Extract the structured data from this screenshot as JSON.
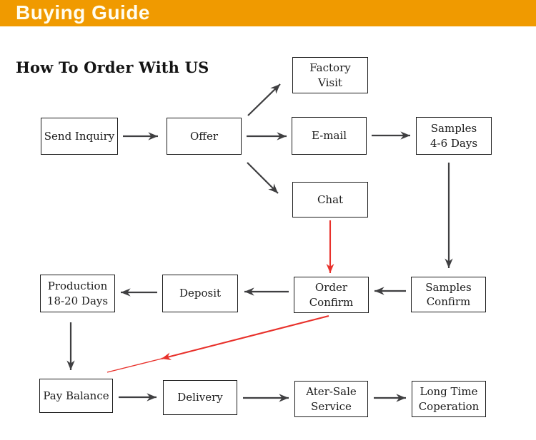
{
  "header": {
    "title": "Buying Guide",
    "background_color": "#F09A00",
    "text_color": "#FFFDF0"
  },
  "flow": {
    "heading": "How To Order With US",
    "boxes": [
      {
        "id": "send-inquiry",
        "label": "Send Inquiry"
      },
      {
        "id": "offer",
        "label": "Offer"
      },
      {
        "id": "factory-visit",
        "label": "Factory\nVisit"
      },
      {
        "id": "email",
        "label": "E-mail"
      },
      {
        "id": "samples-4-6-days",
        "label": "Samples\n4-6 Days"
      },
      {
        "id": "chat",
        "label": "Chat"
      },
      {
        "id": "production",
        "label": "Production\n18-20 Days"
      },
      {
        "id": "deposit",
        "label": "Deposit"
      },
      {
        "id": "order-confirm",
        "label": "Order\nConfirm"
      },
      {
        "id": "samples-confirm",
        "label": "Samples\nConfirm"
      },
      {
        "id": "pay-balance",
        "label": "Pay Balance"
      },
      {
        "id": "delivery",
        "label": "Delivery"
      },
      {
        "id": "after-sale",
        "label": "Ater-Sale\nService"
      },
      {
        "id": "long-time",
        "label": "Long Time\nCoperation"
      }
    ],
    "connections": [
      {
        "from": "send-inquiry",
        "to": "offer",
        "color": "normal"
      },
      {
        "from": "offer",
        "to": "factory-visit",
        "color": "normal"
      },
      {
        "from": "offer",
        "to": "email",
        "color": "normal"
      },
      {
        "from": "offer",
        "to": "chat",
        "color": "normal"
      },
      {
        "from": "email",
        "to": "samples-4-6-days",
        "color": "normal"
      },
      {
        "from": "samples-4-6-days",
        "to": "samples-confirm",
        "color": "normal"
      },
      {
        "from": "chat",
        "to": "order-confirm",
        "color": "highlight"
      },
      {
        "from": "samples-confirm",
        "to": "order-confirm",
        "color": "normal"
      },
      {
        "from": "order-confirm",
        "to": "deposit",
        "color": "normal"
      },
      {
        "from": "deposit",
        "to": "production",
        "color": "normal"
      },
      {
        "from": "production",
        "to": "pay-balance",
        "color": "normal"
      },
      {
        "from": "order-confirm",
        "to": "pay-balance",
        "color": "highlight"
      },
      {
        "from": "pay-balance",
        "to": "delivery",
        "color": "normal"
      },
      {
        "from": "delivery",
        "to": "after-sale",
        "color": "normal"
      },
      {
        "from": "after-sale",
        "to": "long-time",
        "color": "normal"
      }
    ],
    "arrow_colors": {
      "normal": "#3F3F41",
      "highlight": "#E8312B"
    },
    "box_style": {
      "border_color": "#1c1c1c",
      "background": "#ffffff"
    }
  }
}
